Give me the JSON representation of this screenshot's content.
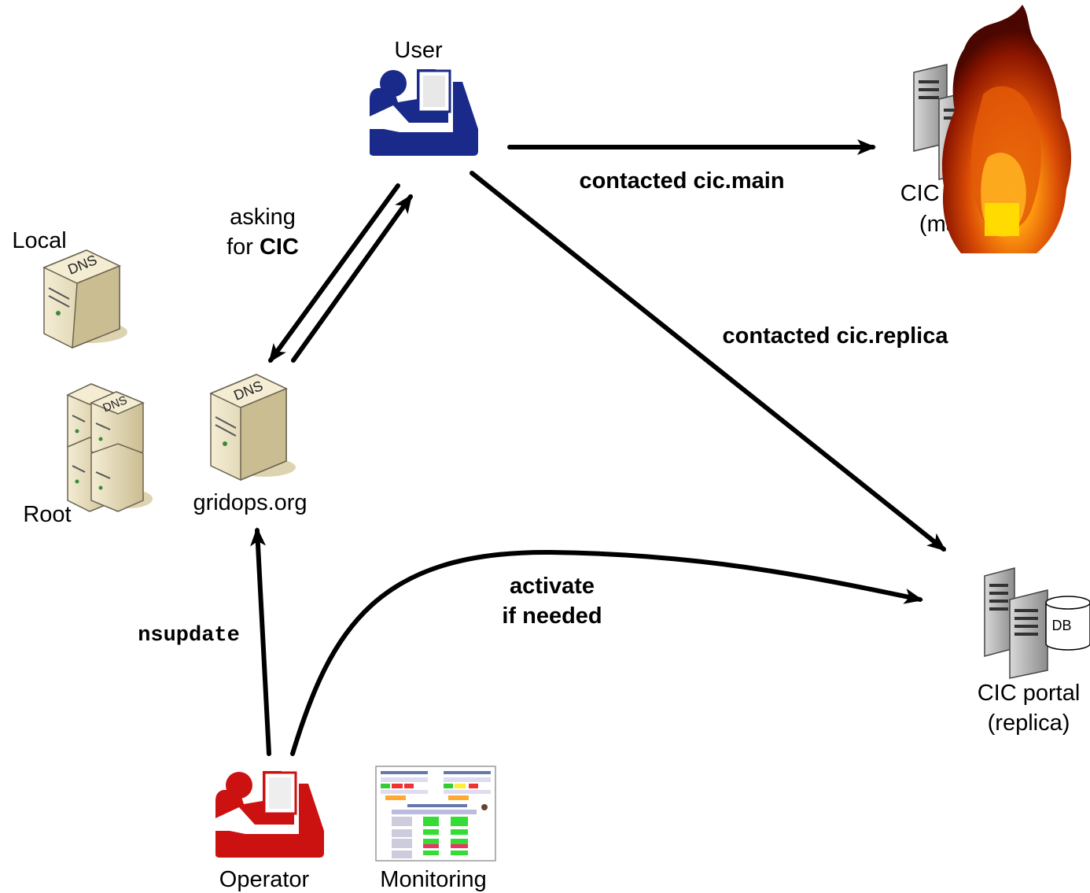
{
  "nodes": {
    "user": {
      "label": "User",
      "color": "#1a2a8a"
    },
    "operator": {
      "label": "Operator",
      "color": "#cc1111"
    },
    "monitoring": {
      "label": "Monitoring"
    },
    "local_dns": {
      "label": "Local",
      "server_text": "DNS"
    },
    "root_dns": {
      "label": "Root",
      "server_text": "DNS"
    },
    "gridops_dns": {
      "label": "gridops.org",
      "server_text": "DNS"
    },
    "cic_main": {
      "label_line1": "CIC portal",
      "label_line2": "(main)"
    },
    "cic_replica": {
      "label_line1": "CIC portal",
      "label_line2": "(replica)",
      "db_label": "DB"
    }
  },
  "edges": {
    "asking": {
      "line1": "asking",
      "line2_prefix": "for ",
      "line2_bold": "CIC"
    },
    "contact_main": {
      "label": "contacted cic.main"
    },
    "contact_replica": {
      "label": "contacted cic.replica"
    },
    "nsupdate": {
      "label": "nsupdate"
    },
    "activate": {
      "line1": "activate",
      "line2": "if needed"
    }
  },
  "colors": {
    "server_body": "#e6dcb8",
    "server_shade": "#b8aa80",
    "server_grey": "#9a9a9a",
    "fire_outer": "#7a0c00",
    "fire_mid": "#d84a05",
    "fire_inner": "#ff9a10",
    "fire_core": "#ffe000"
  }
}
